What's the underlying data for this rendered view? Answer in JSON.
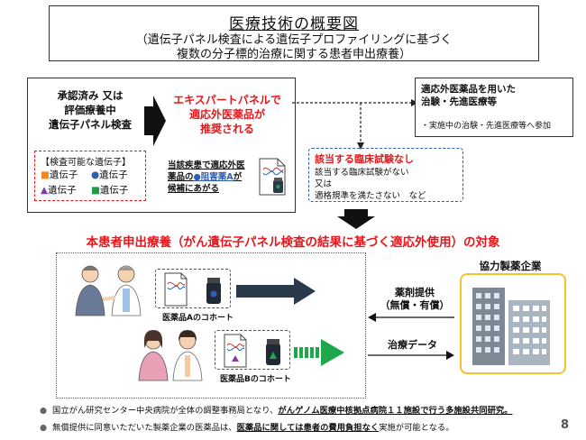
{
  "title": {
    "main": "医療技術の概要図",
    "sub1": "（遺伝子パネル検査による遺伝子プロファイリングに基づく",
    "sub2": "複数の分子標的治療に関する患者申出療養）"
  },
  "top": {
    "approved_line1": "承認済み 又は",
    "approved_line2": "評価療養中",
    "approved_line3": "遺伝子パネル検査",
    "gene_header": "【検査可能な遺伝子】",
    "genes": [
      {
        "symbol": "■",
        "label": "遺伝子",
        "color": "#f08a1c"
      },
      {
        "symbol": "●",
        "label": "遺伝子",
        "color": "#2e5fb0"
      },
      {
        "symbol": "▲",
        "label": "遺伝子",
        "color": "#7a3fa0"
      },
      {
        "symbol": "■",
        "label": "遺伝子",
        "color": "#1f9b4a"
      }
    ],
    "expert_line1": "エキスパートパネルで",
    "expert_line2": "適応外医薬品が",
    "expert_line3": "推奨される",
    "drug_note_line1": "当該疾患で適応外医",
    "drug_note_line2a": "薬品の",
    "drug_note_line2b": "●阻害薬A",
    "drug_note_line2c": "が",
    "drug_note_line3": "候補にあがる"
  },
  "right_box": {
    "title_line1": "適応外医薬品を用いた",
    "title_line2": "治験・先進医療等",
    "bullet": "実施中の治験・先進医療等へ参加"
  },
  "no_trial_box": {
    "title": "該当する臨床試験なし",
    "line1": "該当する臨床試験がない",
    "line2": "又は",
    "line3": "適格規準を満たさない　など"
  },
  "section_title": "本患者申出療養（がん遺伝子パネル検査の結果に基づく適応外使用）の対象",
  "cohorts": {
    "a_label": "医薬品Aのコホート",
    "b_label": "医薬品Bのコホート"
  },
  "flow": {
    "supply_line1": "薬剤提供",
    "supply_line2": "（無償・有償）",
    "treatment_data": "治療データ"
  },
  "company": {
    "label": "協力製薬企業"
  },
  "footnotes": [
    {
      "plain": "国立がん研究センター中央病院が全体の調整事務局となり、",
      "emph": "がんゲノム医療中核拠点病院１１施設で行う多施設共同研究。"
    },
    {
      "plain": "無償提供に同意いただいた製薬企業の医薬品は、",
      "emph": "医薬品に関しては患者の費用負担なく",
      "tail": "実施が可能となる。"
    }
  ],
  "page_number": "8",
  "colors": {
    "accent_red": "#e8161b",
    "blue": "#2e5fb0",
    "green": "#1fa84a",
    "navy_arrow": "#2b3a4a",
    "building_border": "#f3c32a"
  }
}
